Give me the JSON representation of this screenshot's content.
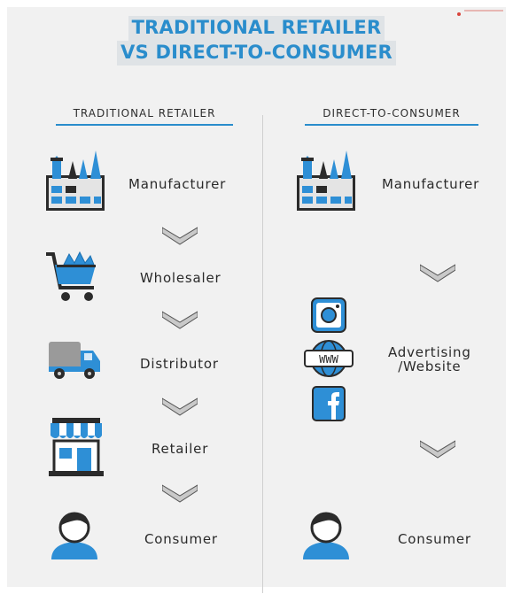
{
  "title": {
    "line1": "TRADITIONAL RETAILER",
    "line2": "VS DIRECT-TO-CONSUMER"
  },
  "left_column": {
    "header": "TRADITIONAL RETAILER",
    "steps": [
      {
        "label": "Manufacturer",
        "icon": "factory-icon"
      },
      {
        "label": "Wholesaler",
        "icon": "shopping-cart-icon"
      },
      {
        "label": "Distributor",
        "icon": "delivery-truck-icon"
      },
      {
        "label": "Retailer",
        "icon": "storefront-icon"
      },
      {
        "label": "Consumer",
        "icon": "person-icon"
      }
    ]
  },
  "right_column": {
    "header": "DIRECT-TO-CONSUMER",
    "steps": [
      {
        "label": "Manufacturer",
        "icon": "factory-icon"
      },
      {
        "label_line1": "Advertising",
        "label_line2": "/Website",
        "icons": [
          "instagram-icon",
          "www-globe-icon",
          "facebook-icon"
        ]
      },
      {
        "label": "Consumer",
        "icon": "person-icon"
      }
    ]
  },
  "colors": {
    "accent": "#2a8dcc",
    "icon_blue": "#2e8fd6",
    "icon_dark": "#2b2b2b",
    "chevron": "#c9c9c9",
    "background": "#f1f1f1"
  }
}
